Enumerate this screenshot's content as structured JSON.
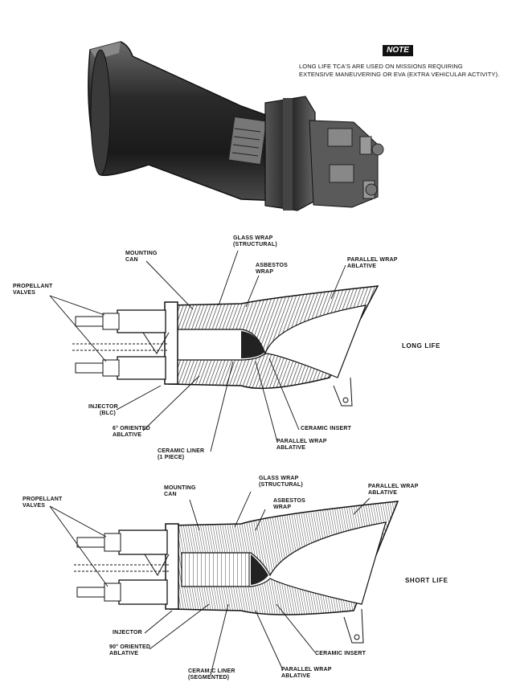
{
  "note": {
    "badge": "NOTE",
    "line1": "LONG LIFE TCA'S ARE USED ON MISSIONS REQUIRING",
    "line2": "EXTENSIVE MANEUVERING OR EVA (EXTRA VEHICULAR ACTIVITY)."
  },
  "long_life": {
    "title": "LONG LIFE",
    "labels": {
      "mounting_can_1": "MOUNTING",
      "mounting_can_2": "CAN",
      "glass_wrap_1": "GLASS WRAP",
      "glass_wrap_2": "(STRUCTURAL)",
      "asbestos_1": "ASBESTOS",
      "asbestos_2": "WRAP",
      "parallel_top_1": "PARALLEL WRAP",
      "parallel_top_2": "ABLATIVE",
      "propellant_1": "PROPELLANT",
      "propellant_2": "VALVES",
      "injector_1": "INJECTOR",
      "injector_2": "(BLC)",
      "oriented_1": "6° ORIENTED",
      "oriented_2": "ABLATIVE",
      "ceramic_insert": "CERAMIC INSERT",
      "parallel_bot_1": "PARALLEL WRAP",
      "parallel_bot_2": "ABLATIVE",
      "liner_1": "CERAMIC LINER",
      "liner_2": "(1 PIECE)"
    }
  },
  "short_life": {
    "title": "SHORT LIFE",
    "labels": {
      "mounting_can_1": "MOUNTING",
      "mounting_can_2": "CAN",
      "glass_wrap_1": "GLASS WRAP",
      "glass_wrap_2": "(STRUCTURAL)",
      "asbestos_1": "ASBESTOS",
      "asbestos_2": "WRAP",
      "parallel_top_1": "PARALLEL WRAP",
      "parallel_top_2": "ABLATIVE",
      "propellant_1": "PROPELLANT",
      "propellant_2": "VALVES",
      "injector": "INJECTOR",
      "oriented_1": "90° ORIENTED",
      "oriented_2": "ABLATIVE",
      "ceramic_insert": "CERAMIC INSERT",
      "liner_1": "CERAM:C LINER",
      "liner_2": "(SEGMENTED)",
      "parallel_bot_1": "PARALLEL WRAP",
      "parallel_bot_2": "ABLATIVE"
    }
  }
}
